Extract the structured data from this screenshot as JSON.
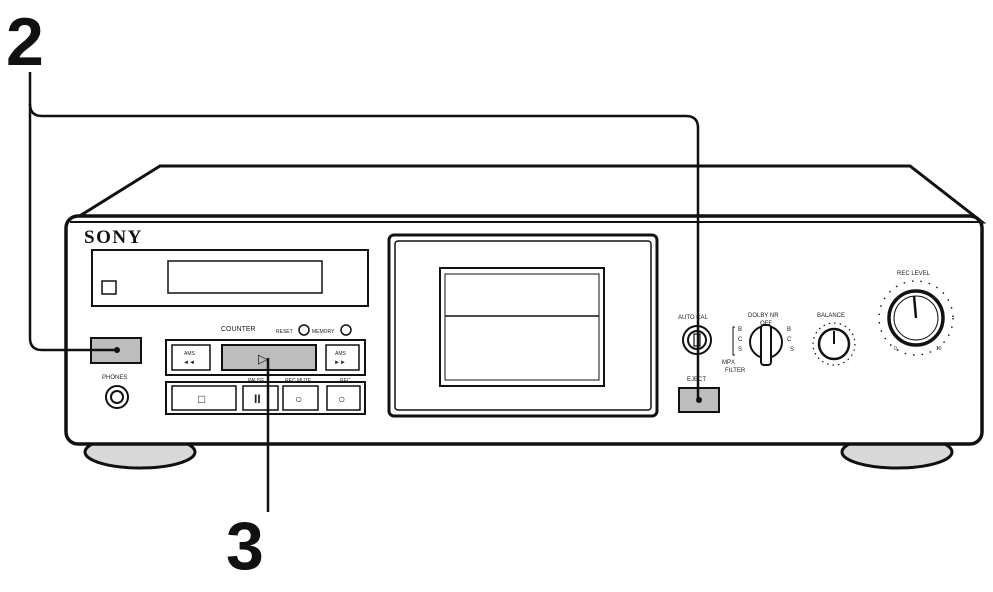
{
  "callouts": {
    "step_a": "2",
    "step_b": "3"
  },
  "deck": {
    "brand": "SONY",
    "counter_label": "COUNTER",
    "reset_label": "RESET",
    "memory_label": "MEMORY",
    "phones_label": "PHONES",
    "ams_back_label": "AMS",
    "ams_back_symbol": "◄◄",
    "ams_fwd_label": "AMS",
    "ams_fwd_symbol": "►►",
    "play_symbol": "▷",
    "stop_symbol": "□",
    "pause_label": "PAUSE",
    "pause_symbol": "II",
    "rec_mute_label": "REC MUTE",
    "rec_mute_symbol": "○",
    "rec_label": "REC",
    "rec_symbol": "○",
    "auto_cal_label": "AUTO CAL",
    "eject_label": "EJECT",
    "dolby_label": "DOLBY NR",
    "dolby_off": "OFF",
    "dolby_left": [
      "B",
      "C",
      "S"
    ],
    "dolby_right": [
      "B",
      "C",
      "S"
    ],
    "mpx_label": "MPX",
    "filter_label": "FILTER",
    "balance_label": "BALANCE",
    "rec_level_label": "REC LEVEL",
    "rec_level_min": "0",
    "rec_level_max": "10"
  },
  "colors": {
    "line": "#111111",
    "panel": "#ffffff",
    "shade": "#bfbfbf"
  }
}
